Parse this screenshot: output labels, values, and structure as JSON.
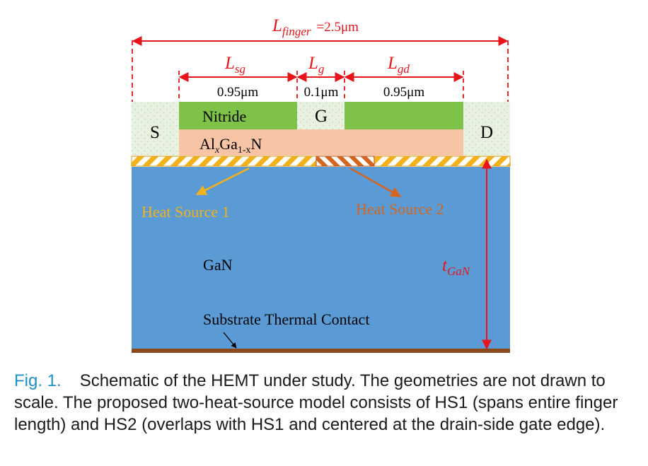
{
  "diagram": {
    "finger": {
      "symbol": "L",
      "subscript": "finger",
      "value": "=2.5μm"
    },
    "lsg": {
      "symbol": "L",
      "subscript": "sg",
      "value": "0.95μm"
    },
    "lg": {
      "symbol": "L",
      "subscript": "g",
      "value": "0.1μm"
    },
    "lgd": {
      "symbol": "L",
      "subscript": "gd",
      "value": "0.95μm"
    },
    "source_label": "S",
    "drain_label": "D",
    "gate_label": "G",
    "nitride_label": "Nitride",
    "barrier": {
      "a": "Al",
      "x": "x",
      "b": "Ga",
      "sub": "1-x",
      "c": "N"
    },
    "heat_source_1": "Heat Source 1",
    "heat_source_2": "Heat Source 2",
    "gan_label": "GaN",
    "thickness": {
      "symbol": "t",
      "subscript": "GaN"
    },
    "substrate_label": "Substrate Thermal Contact",
    "colors": {
      "dimension": "#e8141c",
      "nitride": "#7ec24a",
      "algan": "#f7c5a6",
      "gan": "#5b9bd5",
      "contact": "#e9f2e1",
      "heat_source_1": "#f2b21b",
      "heat_source_2": "#d4661f",
      "substrate": "#8b4a1a"
    }
  },
  "caption": {
    "label": "Fig. 1.",
    "text": "Schematic of the HEMT under study. The geometries are not drawn to scale. The proposed two-heat-source model consists of HS1 (spans entire finger length) and HS2 (overlaps with HS1 and centered at the drain-side gate edge)."
  }
}
